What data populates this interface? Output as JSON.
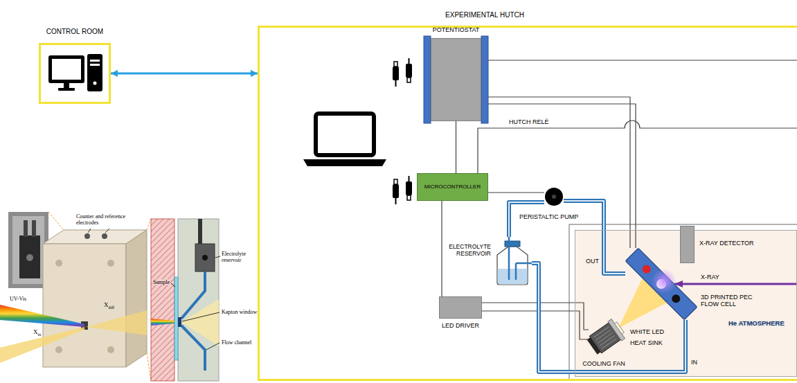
{
  "diagram": {
    "nodes": [
      {
        "text": [
          "CONTROL ROOM"
        ]
      },
      {
        "text": [
          "EXPERIMENTAL HUTCH"
        ]
      },
      {
        "text": [
          "POTENTIOSTAT"
        ],
        "in": 1
      },
      {
        "text": [
          "MICROCONTROLLER"
        ],
        "in": 1
      },
      {
        "text": [
          "ELECTROLYTE RESERVOIR"
        ],
        "in": 1
      },
      {
        "text": [
          "PERISTALTIC PUMP"
        ],
        "in": 1
      },
      {
        "text": [
          "LED DRIVER"
        ],
        "in": 1
      },
      {
        "text": [
          "He ATMOSPHERE"
        ],
        "in": 1
      },
      {
        "text": [
          "X-RAY DETECTOR"
        ],
        "in": 7
      },
      {
        "text": [
          "3D PRINTED PEC FLOW CELL"
        ],
        "in": 7
      },
      {
        "text": [
          "WHITE LED",
          "HEAT SINK",
          "COOLING FAN"
        ],
        "in": 7
      }
    ],
    "edges": [
      {
        "from": 0,
        "to": 1,
        "arrow": "both"
      },
      {
        "from": 2,
        "to": 3,
        "arrow": "none"
      },
      {
        "from": 3,
        "to": 6,
        "arrow": "none"
      },
      {
        "from": 3,
        "to": 5,
        "arrow": "none"
      },
      {
        "from": 2,
        "to": 9,
        "arrow": "none"
      },
      {
        "from": 6,
        "to": 10,
        "arrow": "none"
      },
      {
        "from": 4,
        "to": 5,
        "arrow": "none"
      },
      {
        "from": 5,
        "to": 9,
        "arrow": "none"
      },
      {
        "from": 9,
        "to": 4,
        "arrow": "none"
      }
    ],
    "labels": [
      "HUTCH RELÈ",
      "X-RAY",
      "OUT",
      "IN",
      "Counter and reference electrodes",
      "UV-Vis",
      "Sample",
      "Electrolyte reservoir",
      "Kapton window",
      "Flow channel",
      "X",
      "in",
      "X",
      "diff"
    ]
  }
}
